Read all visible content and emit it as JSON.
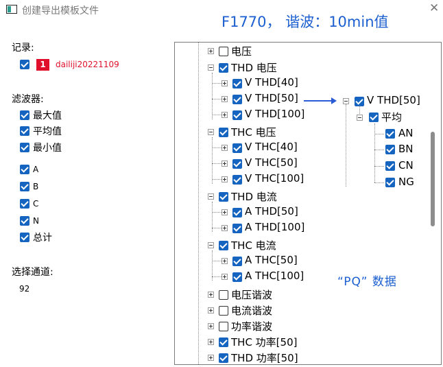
{
  "window": {
    "title": "创建导出模板文件",
    "close_glyph": "✕"
  },
  "annotations": {
    "title": "F1770， 谐波：10min值",
    "pq_label": "“PQ” 数据"
  },
  "left": {
    "record_label": "记录:",
    "record_number": "1",
    "record_name": "dailiji20221109",
    "filter_label": "滤波器:",
    "filters": [
      "最大值",
      "平均值",
      "最小值"
    ],
    "phases": [
      "A",
      "B",
      "C",
      "N",
      "总计"
    ],
    "channel_label": "选择通道:",
    "channel_value": "92"
  },
  "tree": {
    "rows": [
      {
        "label": "电压",
        "checked": false,
        "level": 0
      },
      {
        "label": "THD 电压",
        "checked": true,
        "level": 0
      },
      {
        "label": "V THD[40]",
        "checked": true,
        "level": 1
      },
      {
        "label": "V THD[50]",
        "checked": true,
        "level": 1
      },
      {
        "label": "V THD[100]",
        "checked": true,
        "level": 1
      },
      {
        "label": "THC 电压",
        "checked": true,
        "level": 0
      },
      {
        "label": "V THC[40]",
        "checked": true,
        "level": 1
      },
      {
        "label": "V THC[50]",
        "checked": true,
        "level": 1
      },
      {
        "label": "V THC[100]",
        "checked": true,
        "level": 1
      },
      {
        "label": "THD 电流",
        "checked": true,
        "level": 0
      },
      {
        "label": "A THD[50]",
        "checked": true,
        "level": 1
      },
      {
        "label": "A THD[100]",
        "checked": true,
        "level": 1
      },
      {
        "label": "THC 电流",
        "checked": true,
        "level": 0
      },
      {
        "label": "A THC[50]",
        "checked": true,
        "level": 1
      },
      {
        "label": "A THC[100]",
        "checked": true,
        "level": 1
      },
      {
        "label": "电压谐波",
        "checked": false,
        "level": 0
      },
      {
        "label": "电流谐波",
        "checked": false,
        "level": 0
      },
      {
        "label": "功率谐波",
        "checked": false,
        "level": 0
      },
      {
        "label": "THC 功率[50]",
        "checked": true,
        "level": 0
      },
      {
        "label": "THD 功率[50]",
        "checked": true,
        "level": 0
      }
    ],
    "detail": {
      "root": "V THD[50]",
      "child": "平均",
      "leaves": [
        "AN",
        "BN",
        "CN",
        "NG"
      ]
    }
  },
  "colors": {
    "accent": "#1565c0",
    "record_red": "#e0102b",
    "annotation_blue": "#1b5fd0"
  }
}
